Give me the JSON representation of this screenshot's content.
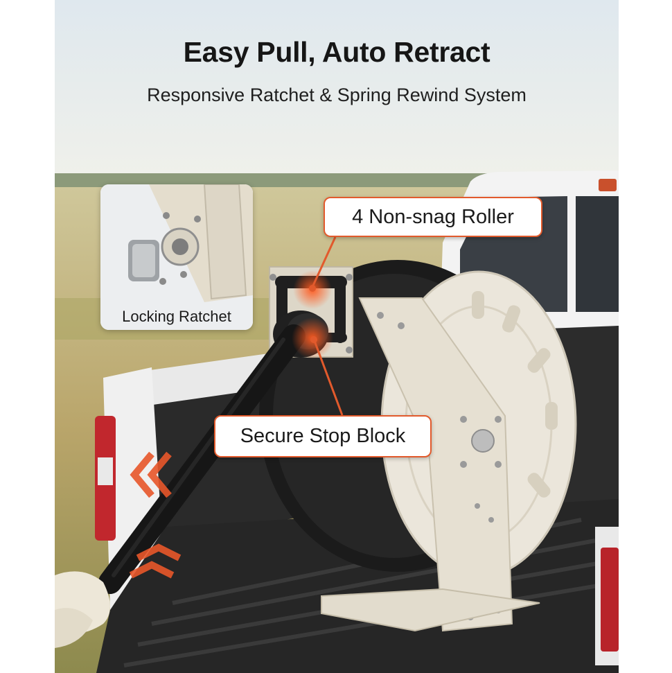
{
  "title": "Easy Pull, Auto Retract",
  "subtitle": "Responsive Ratchet & Spring Rewind System",
  "callouts": {
    "roller": "4 Non-snag Roller",
    "stop_block": "Secure Stop Block"
  },
  "inset": {
    "label": "Locking Ratchet"
  },
  "colors": {
    "accent": "#e25a2c",
    "reel": "#ece7dc",
    "hose": "#1c1c1c",
    "truck": "#f2f2f2",
    "bedliner": "#262626"
  }
}
